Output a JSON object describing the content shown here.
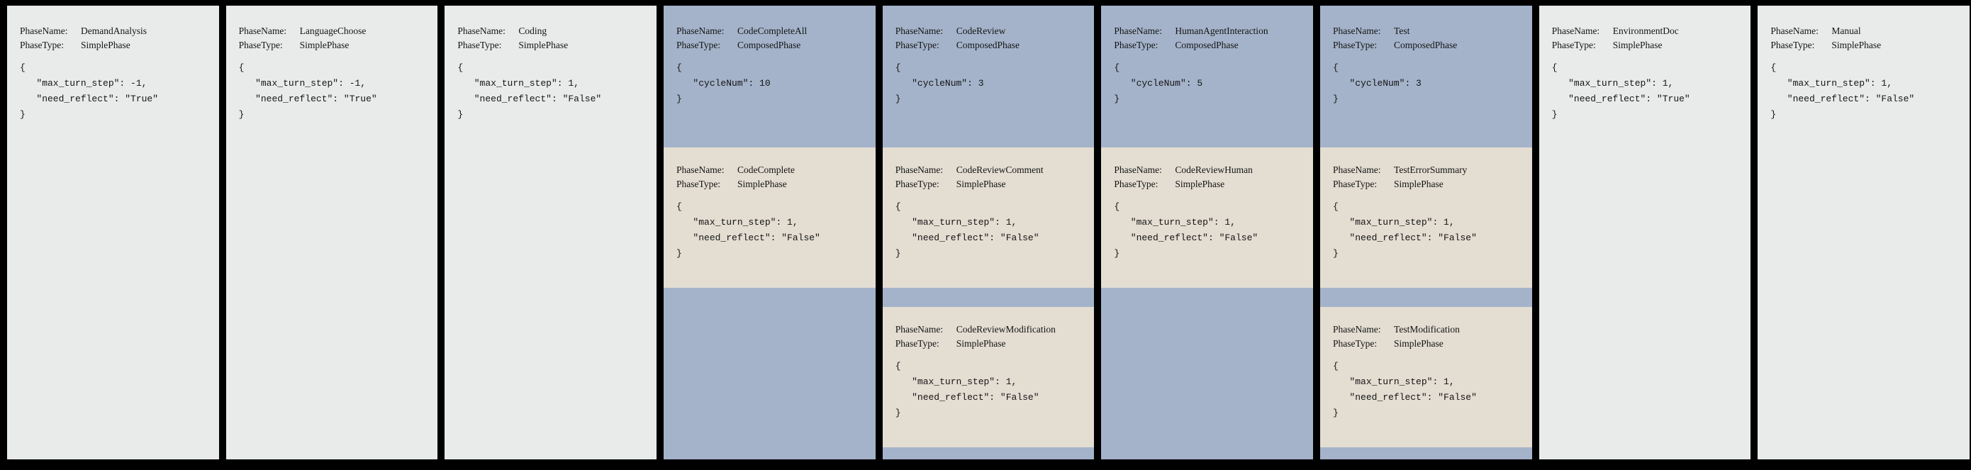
{
  "labels": {
    "phase_name": "PhaseName:",
    "phase_type": "PhaseType:"
  },
  "colors": {
    "background": "#000000",
    "simple_phase_bg": "#e8ebe9",
    "composed_phase_bg": "#a4b3ca",
    "sub_phase_bg": "#e3ddd2",
    "text": "#141414"
  },
  "phases": [
    {
      "name": "DemandAnalysis",
      "type": "SimplePhase",
      "config": {
        "max_turn_step": -1,
        "need_reflect": "True"
      },
      "sub_phases": []
    },
    {
      "name": "LanguageChoose",
      "type": "SimplePhase",
      "config": {
        "max_turn_step": -1,
        "need_reflect": "True"
      },
      "sub_phases": []
    },
    {
      "name": "Coding",
      "type": "SimplePhase",
      "config": {
        "max_turn_step": 1,
        "need_reflect": "False"
      },
      "sub_phases": []
    },
    {
      "name": "CodeCompleteAll",
      "type": "ComposedPhase",
      "config": {
        "cycleNum": 10
      },
      "sub_phases": [
        {
          "name": "CodeComplete",
          "type": "SimplePhase",
          "config": {
            "max_turn_step": 1,
            "need_reflect": "False"
          }
        }
      ]
    },
    {
      "name": "CodeReview",
      "type": "ComposedPhase",
      "config": {
        "cycleNum": 3
      },
      "sub_phases": [
        {
          "name": "CodeReviewComment",
          "type": "SimplePhase",
          "config": {
            "max_turn_step": 1,
            "need_reflect": "False"
          }
        },
        {
          "name": "CodeReviewModification",
          "type": "SimplePhase",
          "config": {
            "max_turn_step": 1,
            "need_reflect": "False"
          }
        }
      ]
    },
    {
      "name": "HumanAgentInteraction",
      "type": "ComposedPhase",
      "config": {
        "cycleNum": 5
      },
      "sub_phases": [
        {
          "name": "CodeReviewHuman",
          "type": "SimplePhase",
          "config": {
            "max_turn_step": 1,
            "need_reflect": "False"
          }
        }
      ]
    },
    {
      "name": "Test",
      "type": "ComposedPhase",
      "config": {
        "cycleNum": 3
      },
      "sub_phases": [
        {
          "name": "TestErrorSummary",
          "type": "SimplePhase",
          "config": {
            "max_turn_step": 1,
            "need_reflect": "False"
          }
        },
        {
          "name": "TestModification",
          "type": "SimplePhase",
          "config": {
            "max_turn_step": 1,
            "need_reflect": "False"
          }
        }
      ]
    },
    {
      "name": "EnvironmentDoc",
      "type": "SimplePhase",
      "config": {
        "max_turn_step": 1,
        "need_reflect": "True"
      },
      "sub_phases": []
    },
    {
      "name": "Manual",
      "type": "SimplePhase",
      "config": {
        "max_turn_step": 1,
        "need_reflect": "False"
      },
      "sub_phases": []
    }
  ]
}
